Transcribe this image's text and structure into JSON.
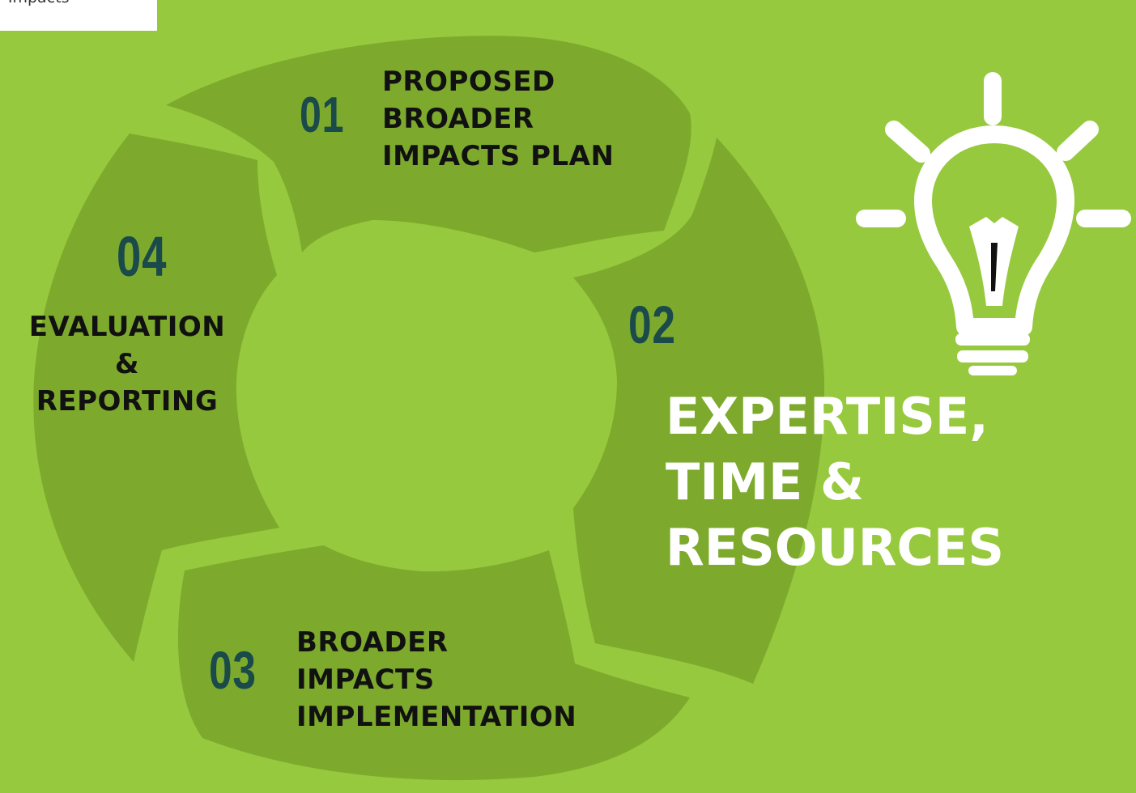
{
  "corner_label": "r Impacts",
  "steps": [
    {
      "number": "01",
      "lines": [
        "PROPOSED",
        "BROADER",
        "IMPACTS PLAN"
      ]
    },
    {
      "number": "02"
    },
    {
      "number": "03",
      "lines": [
        "BROADER",
        "IMPACTS",
        "IMPLEMENTATION"
      ]
    },
    {
      "number": "04",
      "lines": [
        "EVALUATION",
        "&",
        "REPORTING"
      ]
    }
  ],
  "center_text": {
    "lines": [
      "EXPERTISE,",
      "TIME &",
      "RESOURCES"
    ]
  },
  "colors": {
    "background": "#96c93d",
    "segment": "#7daa2d",
    "number": "#1b4a4b",
    "label": "#111111",
    "headline": "#ffffff"
  },
  "icons": [
    "lightbulb-icon"
  ]
}
